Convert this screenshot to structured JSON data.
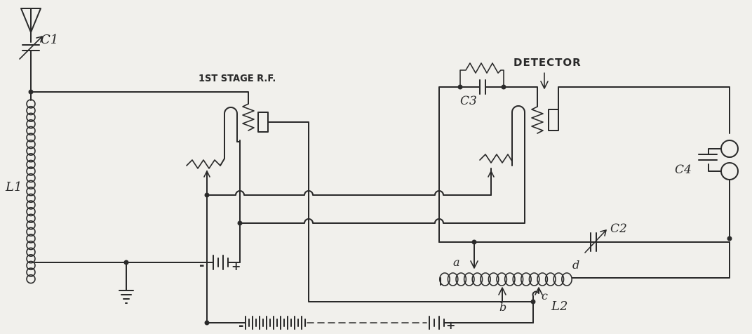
{
  "labels": {
    "c1": "C1",
    "l1": "L1",
    "first_stage": "1ST STAGE R.F.",
    "detector": "DETECTOR",
    "c3": "C3",
    "c4": "C4",
    "c2": "C2",
    "l2": "L2",
    "tap_a": "a",
    "tap_b": "b",
    "tap_c": "c",
    "tap_d": "d",
    "small_batt_minus": "-",
    "small_batt_plus": "+",
    "b_batt_minus": "-",
    "b_batt_plus": "+"
  },
  "colors": {
    "ink": "#2a2a2a",
    "paper": "#f1f0ec"
  }
}
